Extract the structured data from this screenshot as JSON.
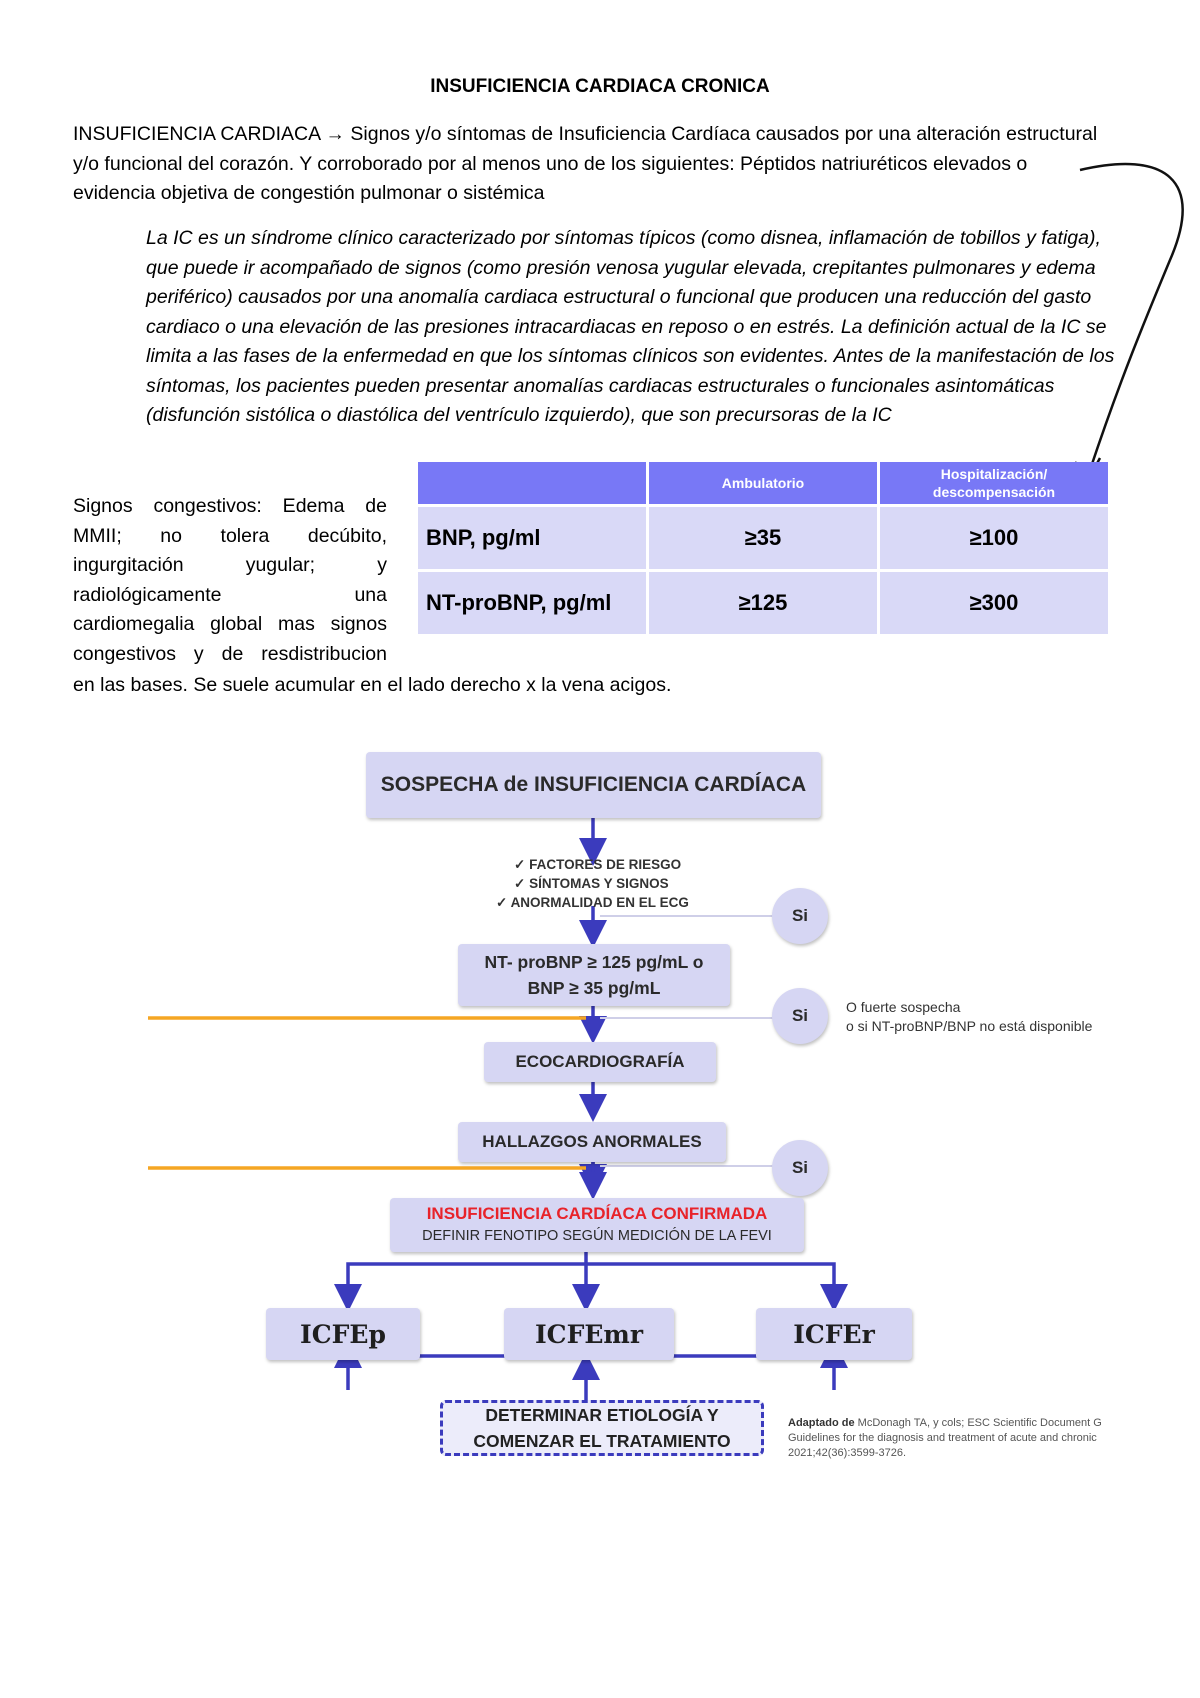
{
  "title": "INSUFICIENCIA CARDIACA CRONICA",
  "definition": {
    "term": "INSUFICIENCIA CARDIACA",
    "arrow": "→",
    "text": " Signos y/o síntomas de Insuficiencia Cardíaca causados por una alteración estructural y/o funcional del corazón. Y corroborado por al menos uno de los siguientes: Péptidos natriuréticos elevados o evidencia objetiva de congestión pulmonar o sistémica"
  },
  "quote": "La IC es un síndrome clínico caracterizado por síntomas típicos (como disnea, inflamación de tobillos y fatiga), que puede ir acompañado de signos (como presión venosa yugular elevada, crepitantes pulmonares y edema periférico) causados por una anomalía cardiaca estructural o funcional que producen una reducción del gasto cardiaco o una elevación de las presiones intracardiacas en reposo o en estrés. La definición actual de la IC se limita a las fases de la enfermedad en que los síntomas clínicos son evidentes. Antes de la manifestación de los síntomas, los pacientes pueden presentar anomalías cardiacas estructurales o funcionales asintomáticas (disfunción sistólica o diastólica del ventrículo izquierdo), que son precursoras de la IC",
  "signs": {
    "line1": "Signos congestivos: Edema de",
    "line2": "MMII; no tolera decúbito,",
    "line3": "ingurgitación yugular; y",
    "line4": "radiológicamente una",
    "line5": "cardiomegalia global mas signos",
    "line6": "congestivos y de resdistribucion",
    "tail": "en las bases. Se suele acumular en el lado derecho x la vena acigos."
  },
  "table": {
    "headers": [
      "",
      "Ambulatorio",
      "Hospitalización/\ndescompensación"
    ],
    "rows": [
      {
        "label": "BNP, pg/ml",
        "ambulatorio": "≥35",
        "hospitalizacion": "≥100"
      },
      {
        "label": "NT-proBNP, pg/ml",
        "ambulatorio": "≥125",
        "hospitalizacion": "≥300"
      }
    ]
  },
  "flow": {
    "sospecha": "SOSPECHA de INSUFICIENCIA CARDÍACA",
    "checks": [
      "FACTORES DE RIESGO",
      "SÍNTOMAS Y SIGNOS",
      "ANORMALIDAD EN EL ECG"
    ],
    "check_mark": "✓",
    "si": "Si",
    "ntprobnp_line1": "NT- proBNP ≥ 125 pg/mL o",
    "ntprobnp_line2": "BNP  ≥ 35 pg/mL",
    "note_line1": "O fuerte sospecha",
    "note_line2": "o si NT-proBNP/BNP no está disponible",
    "eco": "ECOCARDIOGRAFÍA",
    "hallazgos": "HALLAZGOS ANORMALES",
    "confirmada": "INSUFICIENCIA CARDÍACA CONFIRMADA",
    "fenotipo": "DEFINIR FENOTIPO SEGÚN MEDICIÓN DE LA FEVI",
    "icfep": "ICFEp",
    "icfemr": "ICFEmr",
    "icfer": "ICFEr",
    "etiologia_line1": "DETERMINAR ETIOLOGÍA Y",
    "etiologia_line2": "COMENZAR EL TRATAMIENTO"
  },
  "credit": {
    "bold": "Adaptado de",
    "line1": " McDonagh TA, y cols; ESC Scientific Document G",
    "line2": "Guidelines for the diagnosis and treatment of acute and chronic",
    "line3": "2021;42(36):3599-3726."
  },
  "colors": {
    "header_purple": "#7878f6",
    "cell_lavender": "#d9d9f7",
    "flow_blue": "#3b3bbd",
    "orange": "#f5a623",
    "confirm_red": "#e8232a"
  }
}
